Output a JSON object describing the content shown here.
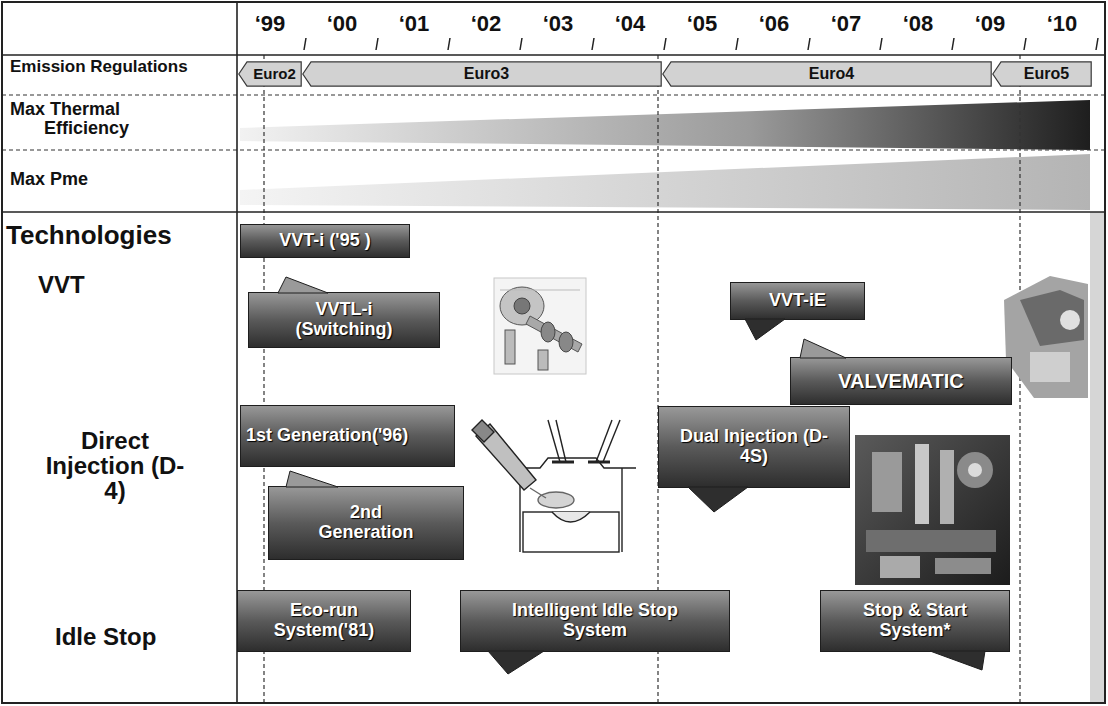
{
  "diagram": {
    "nodes": [
      {
        "text": [
          "Euro2"
        ]
      },
      {
        "text": [
          "Euro3"
        ]
      },
      {
        "text": [
          "Euro4"
        ]
      },
      {
        "text": [
          "Euro5"
        ]
      },
      {
        "text": [
          "VVT-i ('95 )"
        ]
      },
      {
        "text": [
          "VVTL-i (Switching)"
        ]
      },
      {
        "text": [
          "VVT-iE"
        ]
      },
      {
        "text": [
          "VALVEMATIC"
        ]
      },
      {
        "text": [
          "1st Generation('96)"
        ]
      },
      {
        "text": [
          "2nd Generation"
        ]
      },
      {
        "text": [
          "Dual Injection (D-4S)"
        ]
      },
      {
        "text": [
          "Eco-run System('81)"
        ]
      },
      {
        "text": [
          "Intelligent Idle Stop System"
        ]
      },
      {
        "text": [
          "Stop & Start System*"
        ]
      }
    ],
    "labels": [
      "‘99",
      "‘00",
      "‘01",
      "‘02",
      "‘03",
      "‘04",
      "‘05",
      "‘06",
      "‘07",
      "‘08",
      "‘09",
      "‘10",
      "Emission Regulations",
      "Max Thermal Efficiency",
      "Max Pme",
      "Technologies",
      "VVT",
      "Direct Injection (D-4)",
      "Idle Stop"
    ]
  }
}
